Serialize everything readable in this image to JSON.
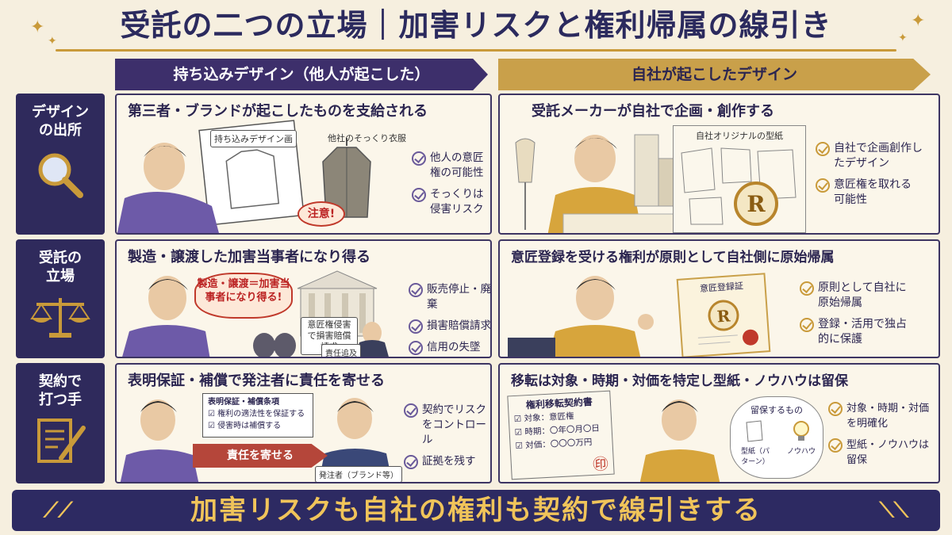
{
  "title": "受託の二つの立場｜加害リスクと権利帰属の線引き",
  "columns": {
    "left": "持ち込みデザイン（他人が起こした）",
    "right": "自社が起こしたデザイン"
  },
  "rows": [
    {
      "label": "デザインの出所",
      "icon": "magnifier-icon"
    },
    {
      "label": "受託の立場",
      "icon": "scales-icon"
    },
    {
      "label": "契約で打つ手",
      "icon": "contract-pen-icon"
    }
  ],
  "panels": {
    "r1_left": {
      "title": "第三者・ブランドが起こしたものを支給される",
      "sheet_label": "持ち込みデザイン画",
      "garment_label": "他社のそっくり衣服",
      "warning": "注意!",
      "checks": [
        "他人の意匠権の可能性",
        "そっくりは侵害リスク"
      ]
    },
    "r1_right": {
      "title": "受託メーカーが自社で企画・創作する",
      "paper_label": "自社オリジナルの型紙",
      "checks": [
        "自社で企画創作したデザイン",
        "意匠権を取れる可能性"
      ]
    },
    "r2_left": {
      "title": "製造・譲渡した加害当事者になり得る",
      "burst": "製造・譲渡＝加害当事者になり得る!",
      "notice": "意匠権侵害で損害賠償請求",
      "tag": "責任追及",
      "checks": [
        "販売停止・廃棄",
        "損害賠償請求",
        "信用の失墜"
      ]
    },
    "r2_right": {
      "title": "意匠登録を受ける権利が原則として自社側に原始帰属",
      "certificate": "意匠登録証",
      "checks": [
        "原則として自社に原始帰属",
        "登録・活用で独占的に保護"
      ]
    },
    "r3_left": {
      "title": "表明保証・補償で発注者に責任を寄せる",
      "clause_title": "表明保証・補償条項",
      "clause_items": [
        "権利の適法性を保証する",
        "侵害時は補償する"
      ],
      "arrow": "責任を寄せる",
      "client_label": "発注者（ブランド等）",
      "checks": [
        "契約でリスクをコントロール",
        "証拠を残す"
      ]
    },
    "r3_right": {
      "title": "移転は対象・時期・対価を特定し型紙・ノウハウは留保",
      "contract_title": "権利移転契約書",
      "contract_items": [
        "対象：意匠権",
        "時期：〇年〇月〇日",
        "対価：〇〇〇万円"
      ],
      "seal": "㊞",
      "reserve_title": "留保するもの",
      "reserve_items": [
        "型紙（パターン）",
        "ノウハウ"
      ],
      "checks": [
        "対象・時期・対価を明確化",
        "型紙・ノウハウは留保"
      ]
    }
  },
  "footer": "加害リスクも自社の権利も契約で線引きする",
  "colors": {
    "navy": "#2d2a62",
    "gold": "#c99a3a",
    "purple": "#5a4890",
    "cream": "#f6efdf"
  }
}
